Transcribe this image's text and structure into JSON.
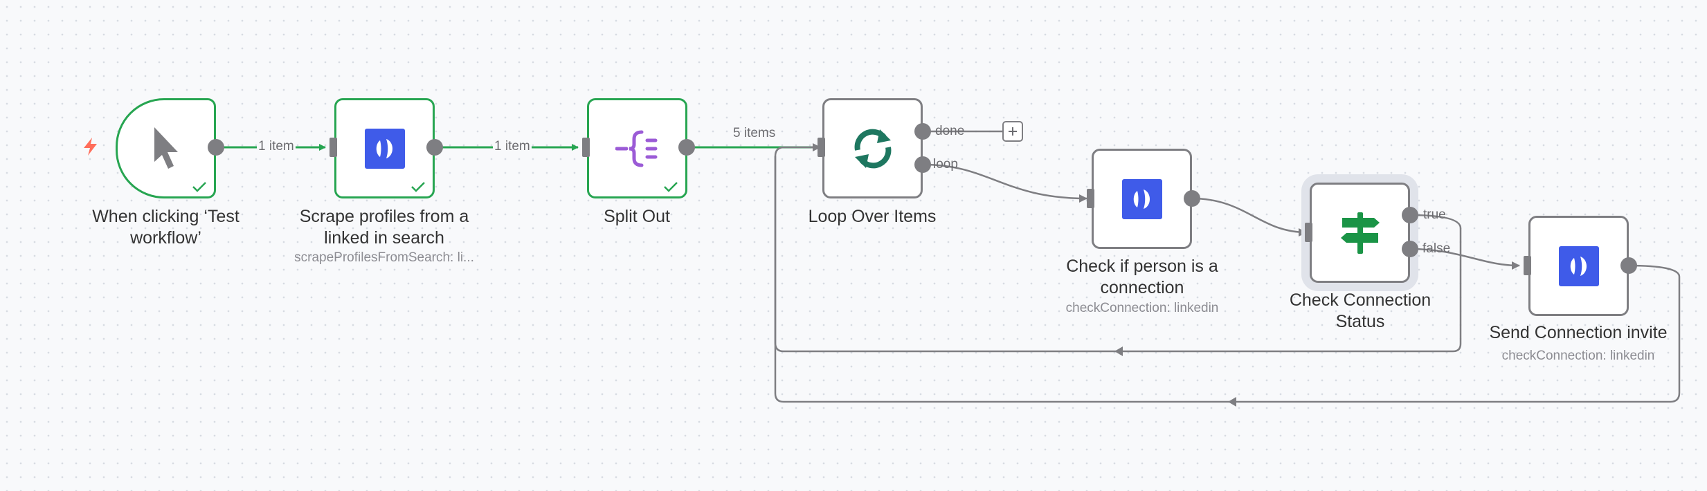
{
  "workflow": {
    "nodes": [
      {
        "id": "trigger",
        "label": "When clicking ‘Test workflow’",
        "subtitle": "",
        "icon": "cursor-icon",
        "status": "success"
      },
      {
        "id": "scrape",
        "label": "Scrape profiles from a linked in search",
        "subtitle": "scrapeProfilesFromSearch: li...",
        "icon": "linkedin-helper-icon",
        "status": "success"
      },
      {
        "id": "split",
        "label": "Split Out",
        "subtitle": "",
        "icon": "split-out-icon",
        "status": "success"
      },
      {
        "id": "loop",
        "label": "Loop Over Items",
        "subtitle": "",
        "icon": "loop-icon",
        "status": "idle"
      },
      {
        "id": "check_person",
        "label": "Check if person is a connection",
        "subtitle": "checkConnection: linkedin",
        "icon": "linkedin-helper-icon",
        "status": "idle"
      },
      {
        "id": "check_status",
        "label": "Check Connection Status",
        "subtitle": "",
        "icon": "signpost-icon",
        "status": "selected"
      },
      {
        "id": "send_invite",
        "label": "Send Connection invite",
        "subtitle": "checkConnection: linkedin",
        "icon": "linkedin-helper-icon",
        "status": "idle"
      }
    ],
    "edge_labels": {
      "trigger_to_scrape": "1 item",
      "scrape_to_split": "1 item",
      "split_to_loop": "5 items"
    },
    "outputs": {
      "loop_done": "done",
      "loop_loop": "loop",
      "if_true": "true",
      "if_false": "false"
    }
  },
  "colors": {
    "success": "#27a551",
    "idle": "#7e7e82",
    "linkedin_brand": "#3f5be9",
    "loop_icon": "#1e7760",
    "split_icon": "#9b5bd6",
    "if_icon": "#1a9446",
    "trigger_bolt": "#ff6d5a"
  }
}
